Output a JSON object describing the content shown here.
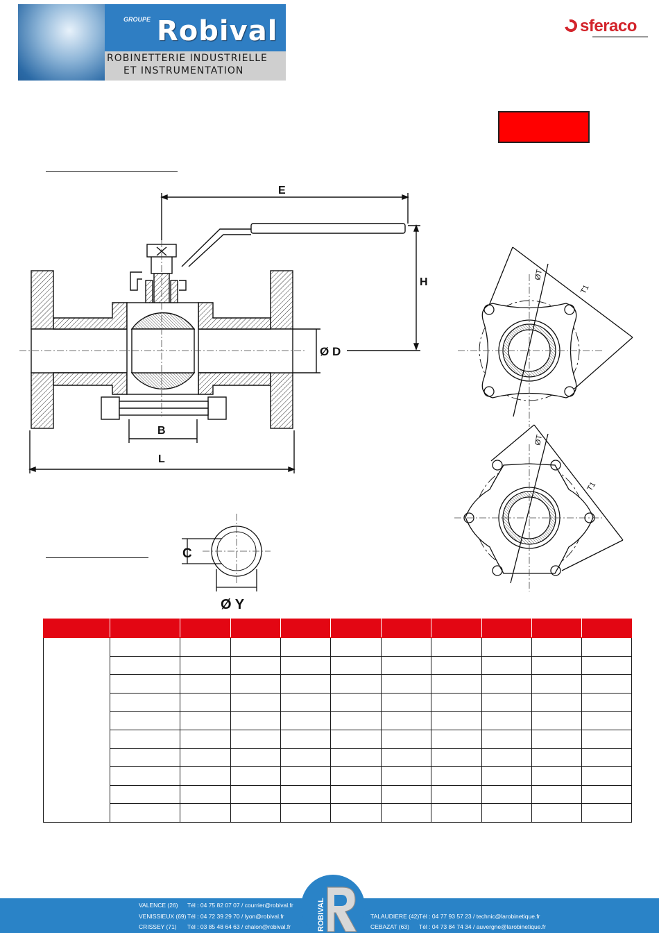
{
  "header": {
    "group_label": "GROUPE",
    "brand": "Robival",
    "tagline_1": "ROBINETTERIE INDUSTRIELLE",
    "tagline_2": "ET INSTRUMENTATION",
    "partner_brand": "sferaco"
  },
  "drawing": {
    "dim_E": "E",
    "dim_H": "H",
    "dim_D": "Ø D",
    "dim_B": "B",
    "dim_L": "L",
    "dim_T": "ØT",
    "dim_T1": "T1",
    "dim_C": "C",
    "dim_Y": "Ø Y"
  },
  "table": {
    "header_cells": [
      "",
      "",
      "",
      "",
      "",
      "",
      "",
      "",
      "",
      "",
      ""
    ],
    "rows": [
      [
        "",
        "",
        "",
        "",
        "",
        "",
        "",
        "",
        "",
        ""
      ],
      [
        "",
        "",
        "",
        "",
        "",
        "",
        "",
        "",
        "",
        ""
      ],
      [
        "",
        "",
        "",
        "",
        "",
        "",
        "",
        "",
        "",
        ""
      ],
      [
        "",
        "",
        "",
        "",
        "",
        "",
        "",
        "",
        "",
        ""
      ],
      [
        "",
        "",
        "",
        "",
        "",
        "",
        "",
        "",
        "",
        ""
      ],
      [
        "",
        "",
        "",
        "",
        "",
        "",
        "",
        "",
        "",
        ""
      ],
      [
        "",
        "",
        "",
        "",
        "",
        "",
        "",
        "",
        "",
        ""
      ],
      [
        "",
        "",
        "",
        "",
        "",
        "",
        "",
        "",
        "",
        ""
      ],
      [
        "",
        "",
        "",
        "",
        "",
        "",
        "",
        "",
        "",
        ""
      ],
      [
        "",
        "",
        "",
        "",
        "",
        "",
        "",
        "",
        "",
        ""
      ]
    ]
  },
  "footer": {
    "left_agencies": [
      {
        "city": "VALENCE (26)",
        "contact": "Tél : 04 75 82 07 07 / courrier@robival.fr"
      },
      {
        "city": "VENISSIEUX (69)",
        "contact": "Tél : 04 72 39 29 70 / lyon@robival.fr"
      },
      {
        "city": "CRISSEY (71)",
        "contact": "Tél : 03 85 48 64 63 / chalon@robival.fr"
      }
    ],
    "right_agencies": [
      {
        "city": "TALAUDIERE (42)",
        "contact": "Tél : 04 77 93 57 23 / technic@larobinetique.fr"
      },
      {
        "city": "CEBAZAT (63)",
        "contact": "Tél : 04 73 84 74 34 / auvergne@larobinetique.fr"
      }
    ],
    "logo_text": "ROBIVAL"
  },
  "colors": {
    "accent_red": "#e30613",
    "brand_blue": "#2a83c7",
    "sferaco_red": "#d3242b"
  }
}
